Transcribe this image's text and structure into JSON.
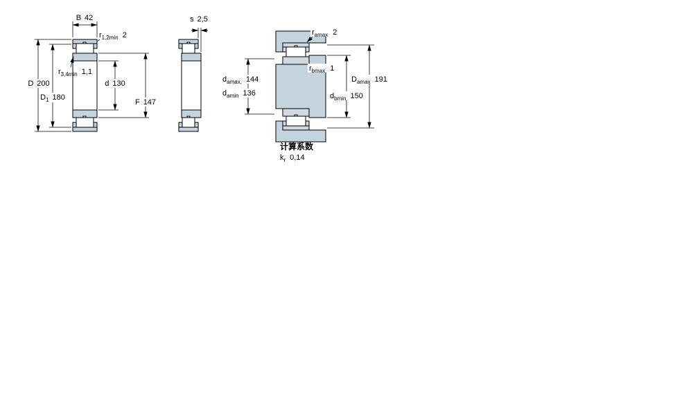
{
  "figures": {
    "bearing_section": {
      "B": {
        "base": "B",
        "value": "42"
      },
      "r12": {
        "base": "r",
        "sub": "1,2min",
        "value": "2"
      },
      "r34": {
        "base": "r",
        "sub": "3,4min",
        "value": "1,1"
      },
      "d": {
        "base": "d",
        "value": "130"
      },
      "D": {
        "base": "D",
        "value": "200"
      },
      "D1": {
        "base": "D",
        "sub": "1",
        "value": "180"
      },
      "F": {
        "base": "F",
        "value": "147"
      }
    },
    "axial_displacement": {
      "s": {
        "base": "s",
        "value": "2,5"
      }
    },
    "abutment": {
      "ra": {
        "base": "r",
        "sub": "amax",
        "value": "2"
      },
      "rb": {
        "base": "r",
        "sub": "bmax",
        "value": "1"
      },
      "da_max": {
        "base": "d",
        "sub": "amax,",
        "value": "144"
      },
      "da_min": {
        "base": "d",
        "sub": "amin",
        "value": "136"
      },
      "Da_max": {
        "base": "D",
        "sub": "amax",
        "value": "191"
      },
      "db_min": {
        "base": "d",
        "sub": "bmin",
        "value": "150"
      }
    }
  },
  "calculation_factors": {
    "heading": "计算系数",
    "kr": {
      "base": "k",
      "sub": "r",
      "value": "0,14"
    }
  },
  "colors": {
    "part-fill": "#c3d4df",
    "bearing-fill": "#cfd9df",
    "roller-fill": "#ffffff",
    "line": "#000000",
    "background": "#ffffff"
  }
}
